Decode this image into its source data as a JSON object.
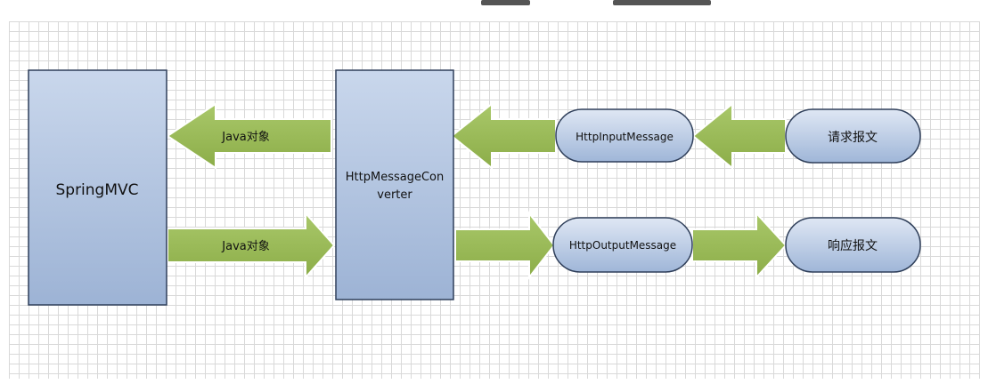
{
  "diagram": {
    "springmvc": "SpringMVC",
    "converter_line1": "HttpMessageCon",
    "converter_line2": "verter",
    "input_message": "HttpInputMessage",
    "output_message": "HttpOutputMessage",
    "request": "请求报文",
    "response": "响应报文",
    "arrow_top_label": "Java对象",
    "arrow_bottom_label": "Java对象"
  },
  "colors": {
    "box_fill_top": "#c9d7ec",
    "box_fill_bottom": "#9db3d5",
    "box_stroke": "#2f3f5a",
    "arrow_fill": "#9bbb59",
    "arrow_stroke": "#ffffff"
  }
}
